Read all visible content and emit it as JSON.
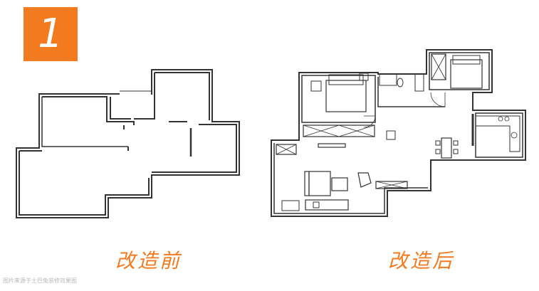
{
  "badge": {
    "number": "1",
    "color": "#f47a1f"
  },
  "captions": {
    "before": "改造前",
    "after": "改造后",
    "color": "#f47a1f"
  },
  "watermark": {
    "text": "图片来源于土巴兔装修效果图"
  },
  "icons": {
    "before_plan": "floor-plan-before-renovation",
    "after_plan": "floor-plan-after-renovation"
  }
}
